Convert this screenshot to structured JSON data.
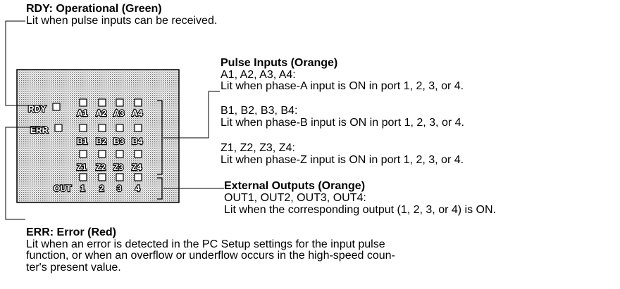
{
  "rdy": {
    "title": "RDY: Operational (Green)",
    "desc": "Lit when pulse inputs can be received."
  },
  "pulse": {
    "title": "Pulse Inputs (Orange)",
    "a_ports": "A1, A2, A3, A4:",
    "a_desc": "Lit when phase-A input is ON in port 1, 2, 3, or 4.",
    "b_ports": "B1, B2, B3, B4:",
    "b_desc": "Lit when phase-B input is ON in port 1, 2, 3, or 4.",
    "z_ports": "Z1, Z2, Z3, Z4:",
    "z_desc": "Lit when phase-Z input is ON in port 1, 2, 3, or 4."
  },
  "outputs": {
    "title": "External Outputs (Orange)",
    "ports": "OUT1, OUT2, OUT3, OUT4:",
    "desc": "Lit when the corresponding output (1, 2, 3, or 4) is ON."
  },
  "err": {
    "title": "ERR: Error (Red)",
    "desc1": "Lit when an error is detected in the PC Setup settings for the input pulse",
    "desc2": "function, or when an overflow or underflow occurs in the high-speed coun-",
    "desc3": "ter's present value."
  },
  "panel": {
    "rdy": "RDY",
    "err": "ERR",
    "out": "OUT",
    "row_a": [
      "A1",
      "A2",
      "A3",
      "A4"
    ],
    "row_b": [
      "B1",
      "B2",
      "B3",
      "B4"
    ],
    "row_z": [
      "Z1",
      "Z2",
      "Z3",
      "Z4"
    ],
    "row_out": [
      "1",
      "2",
      "3",
      "4"
    ]
  }
}
